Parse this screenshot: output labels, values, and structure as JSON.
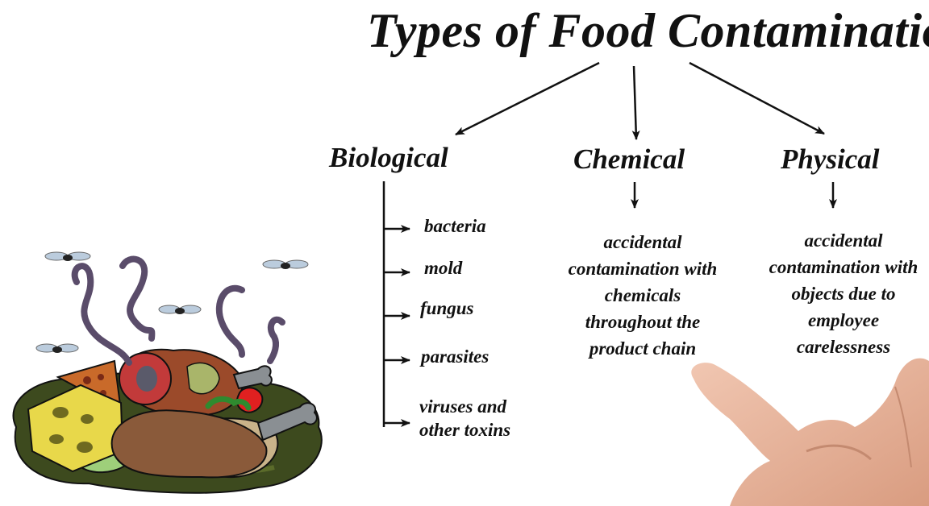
{
  "diagram": {
    "title": "Types of Food Contamination",
    "categories": [
      {
        "label": "Biological",
        "items": [
          "bacteria",
          "mold",
          "fungus",
          "parasites",
          "viruses and other toxins"
        ]
      },
      {
        "label": "Chemical",
        "description": "accidental contamination with chemicals throughout the product chain"
      },
      {
        "label": "Physical",
        "description": "accidental contamination with objects due to employee carelessness"
      }
    ]
  },
  "illustrations": {
    "left": "rotting-food-with-flies",
    "right": "pointing-hand"
  },
  "colors": {
    "text": "#111111",
    "background": "#ffffff",
    "skin": "#e8b29a"
  }
}
